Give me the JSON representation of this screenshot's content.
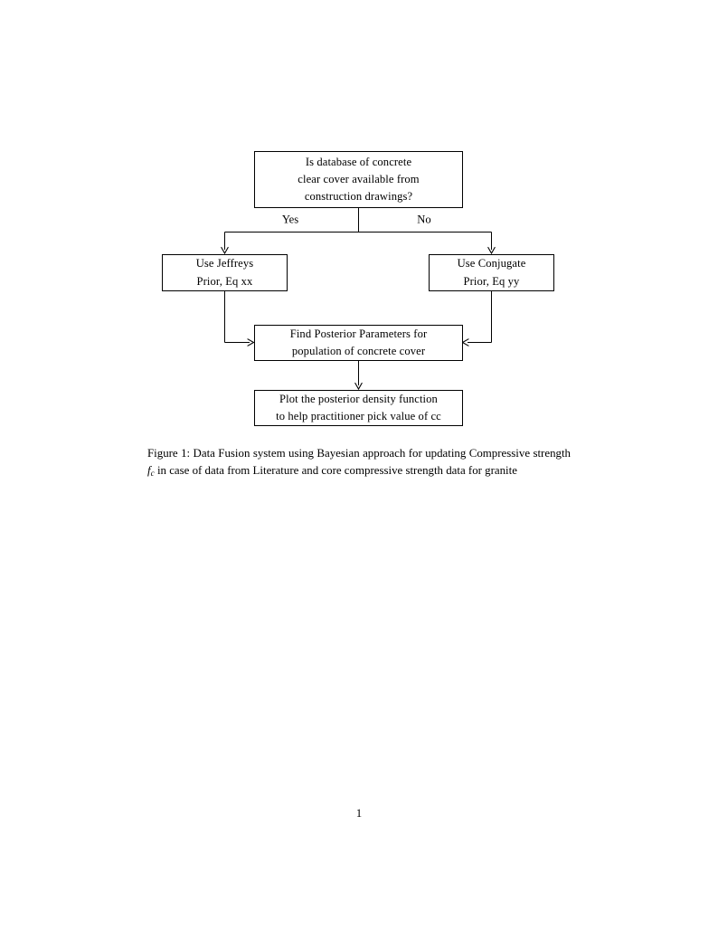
{
  "document": {
    "page_number": "1"
  },
  "figure": {
    "nodes": [
      {
        "id": "decision",
        "name": "decision-node",
        "lines": [
          "Is database of concrete",
          "clear cover available from",
          "construction drawings?"
        ]
      },
      {
        "id": "jeffreys",
        "name": "jeffreys-prior-node",
        "lines": [
          "Use Jeffreys",
          "Prior, Eq xx"
        ]
      },
      {
        "id": "conjugate",
        "name": "conjugate-prior-node",
        "lines": [
          "Use Conjugate",
          "Prior, Eq yy"
        ]
      },
      {
        "id": "posterior",
        "name": "find-posterior-parameters-node",
        "lines": [
          "Find Posterior Parameters for",
          "population of concrete cover"
        ]
      },
      {
        "id": "plot",
        "name": "plot-posterior-density-node",
        "lines": [
          "Plot the posterior density function",
          "to help practitioner pick value of cc"
        ]
      }
    ],
    "edge_labels": {
      "yes": "Yes",
      "no": "No"
    },
    "caption": {
      "label": "Figure 1:",
      "text_before_symbol": " Data Fusion system using Bayesian approach for updating Compressive strength ",
      "symbol_base": "f",
      "symbol_sub": "c",
      "text_after_symbol": " in case of data from Literature and core compressive strength data for granite",
      "full_text": "Figure 1: Data Fusion system using Bayesian approach for updating Compressive strength fc in case of data from Literature and core compressive strength data for granite"
    }
  },
  "colors": {
    "ink": "#000000",
    "paper": "#ffffff"
  }
}
